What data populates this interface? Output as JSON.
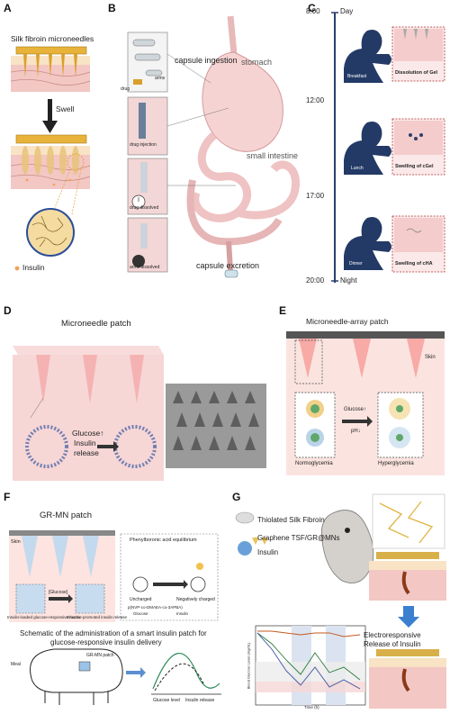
{
  "panels": {
    "a": {
      "label": "A",
      "title": "Silk fibroin microneedles",
      "arrow_label": "Swell",
      "legend": "Insulin"
    },
    "b": {
      "label": "B",
      "capsule_ingestion": "capsule ingestion",
      "stomach": "stomach",
      "small_intestine": "small intestine",
      "capsule_excretion": "capsule excretion",
      "drug": "drug",
      "arms": "arms",
      "step_injection": "drug injection",
      "step_dissolved": "drug dissolved",
      "step_arms": "arms dissolved"
    },
    "c": {
      "label": "C",
      "times": [
        "8:00",
        "12:00",
        "17:00",
        "20:00"
      ],
      "day": "Day",
      "night": "Night",
      "meals": [
        "Breakfast",
        "Lunch",
        "Dinner"
      ],
      "captions": [
        "Dissolution of Gel",
        "Swelling of cGel",
        "Swelling of cHA"
      ]
    },
    "d": {
      "label": "D",
      "title": "Microneedle patch",
      "glucose": "Glucose↑",
      "insulin": "Insulin",
      "release": "release"
    },
    "e": {
      "label": "E",
      "title": "Microneedle-array patch",
      "skin": "Skin",
      "glucose": "Glucose↑",
      "ph": "pH↓",
      "normo": "Normoglycemia",
      "hyper": "Hyperglycemia"
    },
    "f": {
      "label": "F",
      "title": "GR-MN patch",
      "skin": "Skin",
      "equilibrium": "Phenylboronic acid equilibrium",
      "glucose_bracket": "[Glucose]",
      "matrix": "Insulin-loaded glucose-responsive matrix",
      "promoted": "Glucose-promoted insulin release",
      "uncharged": "Uncharged",
      "neg_charged": "Negatively charged",
      "polymer": "p(NVP-co-DMAEA-co-3APBA)",
      "leg_glucose": "Glucose",
      "leg_insulin": "Insulin",
      "schematic_line1": "Schematic of the administration of a smart insulin patch for",
      "schematic_line2": "glucose-responsive insulin delivery",
      "meal": "Meal",
      "patch": "GR-MN patch",
      "glucose_level": "Glucose level",
      "insulin_release": "Insulin release"
    },
    "g": {
      "label": "G",
      "silk": "Thiolated Silk Fibroin",
      "graphene": "Graphene TSF/GR@MNs",
      "insulin": "Insulin",
      "electro1": "Electroresponsive",
      "electro2": "Release of Insulin",
      "ylabel": "Blood Glucose Level (mg/dL)",
      "xlabel": "Time (h)"
    }
  },
  "colors": {
    "skin_pink": "#f3c7c4",
    "skin_top": "#f8e3c4",
    "needle_gold": "#e8b33a",
    "silhouette": "#243a66",
    "plum": "#3a3a8a"
  }
}
